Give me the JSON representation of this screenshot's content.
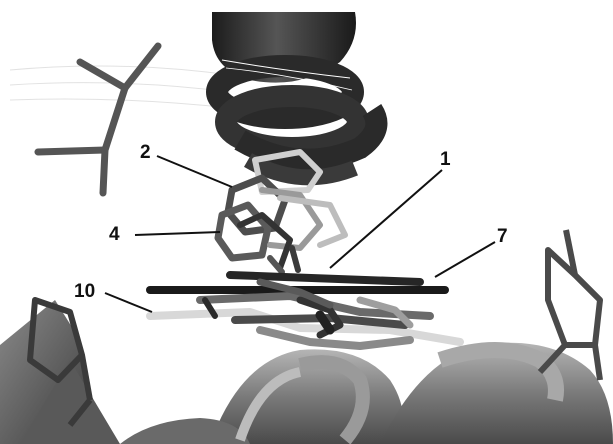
{
  "labels": {
    "l1": "1",
    "l2": "2",
    "l4": "4",
    "l7": "7",
    "l10": "10"
  },
  "colors": {
    "background": "#ffffff",
    "helix_dark": "#2e2e2e",
    "ribbon_gray": "#7a7a7a",
    "ligand_black": "#1a1a1a",
    "ligand_light": "#d4d4d4"
  }
}
